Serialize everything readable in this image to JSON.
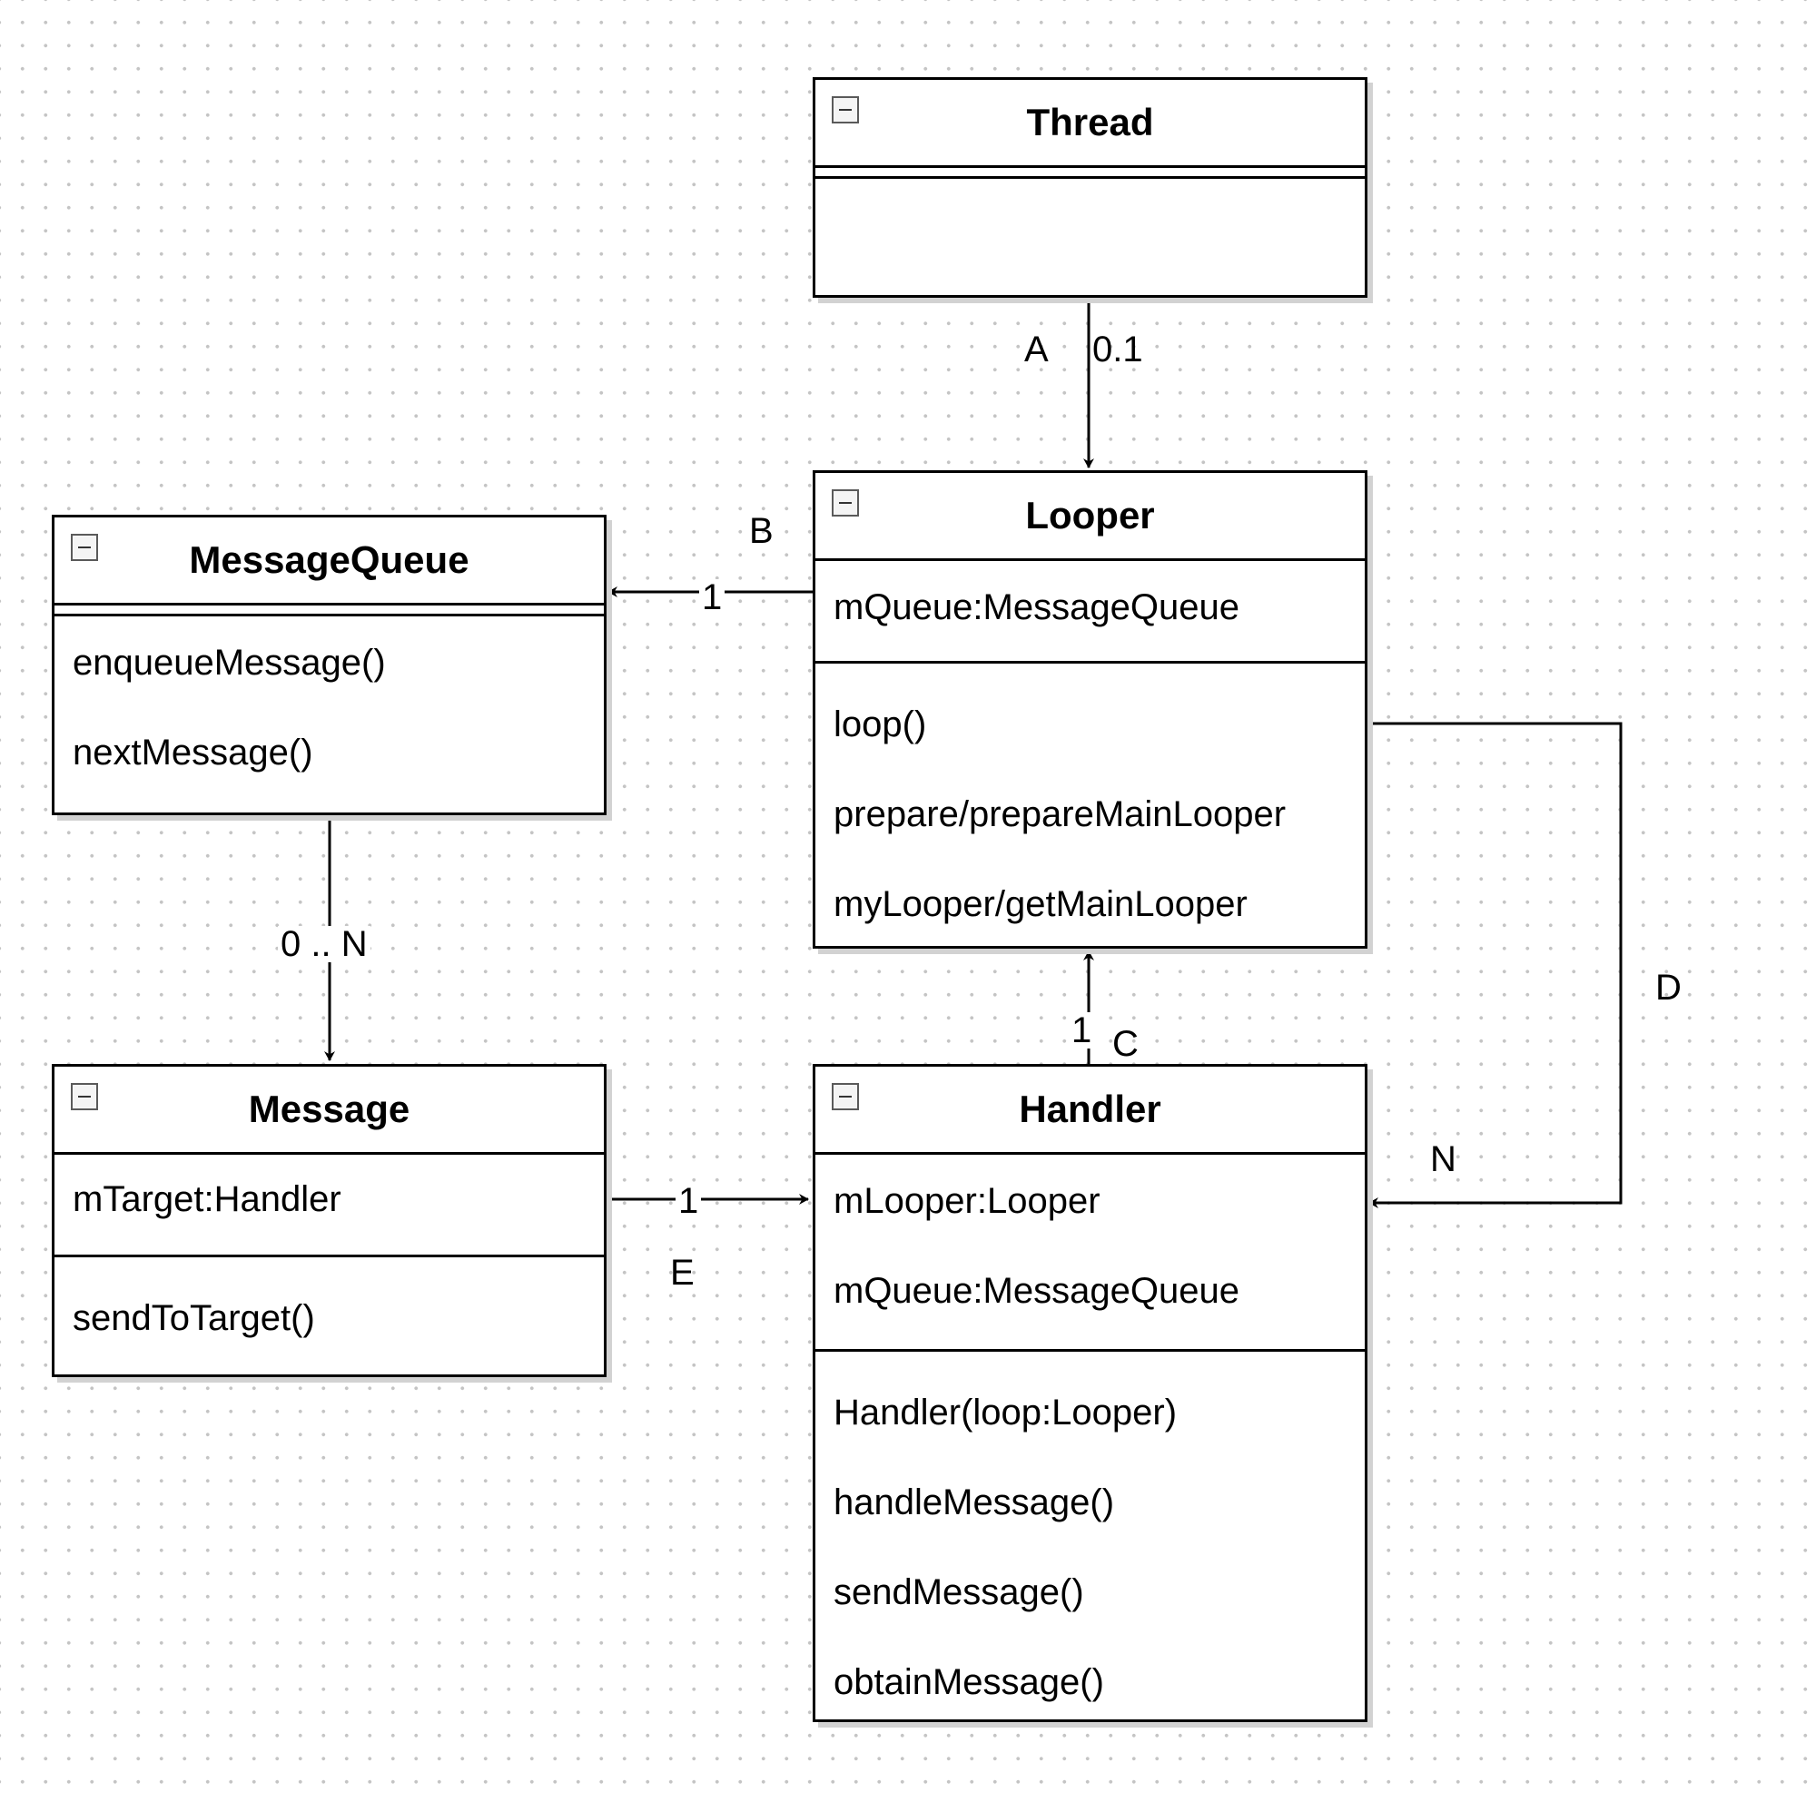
{
  "classes": {
    "thread": {
      "name": "Thread",
      "attributes": [],
      "methods": []
    },
    "looper": {
      "name": "Looper",
      "attributes": [
        "mQueue:MessageQueue"
      ],
      "methods": [
        "loop()",
        "prepare/prepareMainLooper",
        "myLooper/getMainLooper"
      ]
    },
    "messagequeue": {
      "name": "MessageQueue",
      "attributes": [],
      "methods": [
        "enqueueMessage()",
        "nextMessage()"
      ]
    },
    "message": {
      "name": "Message",
      "attributes": [
        "mTarget:Handler"
      ],
      "methods": [
        "sendToTarget()"
      ]
    },
    "handler": {
      "name": "Handler",
      "attributes": [
        "mLooper:Looper",
        "mQueue:MessageQueue"
      ],
      "methods": [
        "Handler(loop:Looper)",
        "handleMessage()",
        "sendMessage()",
        "obtainMessage()"
      ]
    }
  },
  "connectors": {
    "a": {
      "label": "A",
      "multiplicity": "0.1"
    },
    "b": {
      "label": "B",
      "multiplicity": "1"
    },
    "c": {
      "label": "C",
      "multiplicity": "1"
    },
    "d": {
      "label": "D",
      "multiplicity": "N"
    },
    "e": {
      "label": "E",
      "multiplicity": "1"
    },
    "mq_to_message": {
      "multiplicity": "0 .. N"
    }
  }
}
